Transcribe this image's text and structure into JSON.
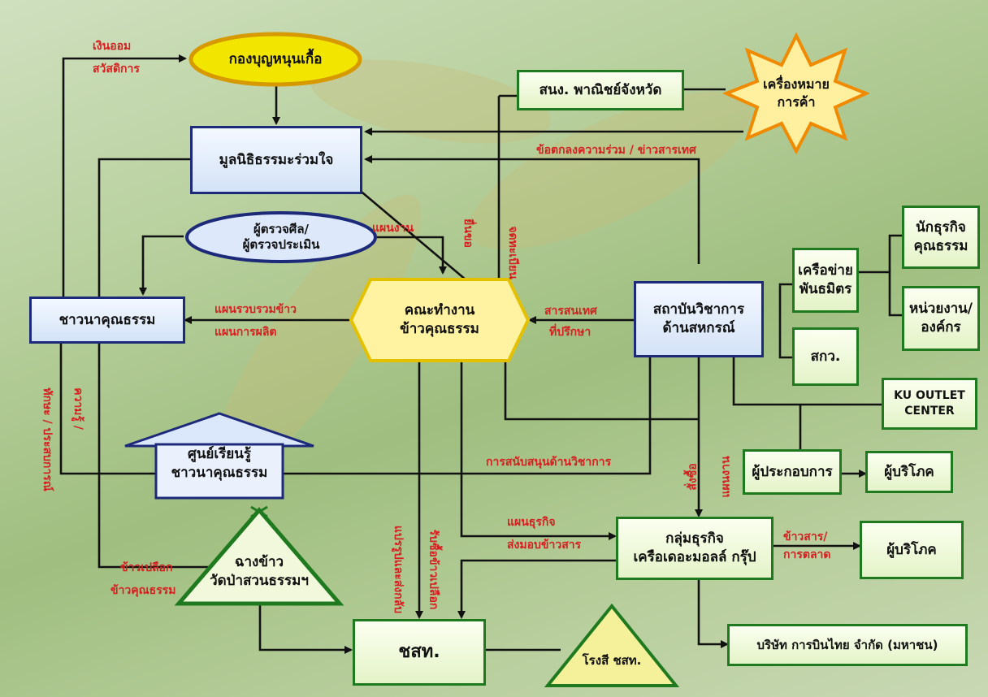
{
  "nodes": {
    "fund": "กองบุญหนุนเกื้อ",
    "foundation": "มูลนิธิธรรมะร่วมใจ",
    "inspector_1": "ผู้ตรวจศีล/",
    "inspector_2": "ผู้ตรวจประเมิน",
    "farmers": "ชาวนาคุณธรรม",
    "committee_1": "คณะทำงาน",
    "committee_2": "ข้าวคุณธรรม",
    "commerce_office": "สนง. พาณิชย์จังหวัด",
    "trademark_1": "เครื่องหมาย",
    "trademark_2": "การค้า",
    "institute_1": "สถาบันวิชาการ",
    "institute_2": "ด้านสหกรณ์",
    "network_1": "เครือข่าย",
    "network_2": "พันธมิตร",
    "tri": "สกว.",
    "moral_business_1": "นักธุรกิจ",
    "moral_business_2": "คุณธรรม",
    "agencies_1": "หน่วยงาน/",
    "agencies_2": "องค์กร",
    "ku_outlet_1": "KU OUTLET",
    "ku_outlet_2": "CENTER",
    "operator": "ผู้ประกอบการ",
    "consumer_1": "ผู้บริโภค",
    "learning_center_1": "ศูนย์เรียนรู้",
    "learning_center_2": "ชาวนาคุณธรรม",
    "business_group_1": "กลุ่มธุรกิจ",
    "business_group_2": "เครือเดอะมอลล์ กรุ๊ป",
    "consumer_2": "ผู้บริโภค",
    "rice_barn_1": "ฉางข้าว",
    "rice_barn_2": "วัดป่าสวนธรรมฯ",
    "coop": "ชสท.",
    "mill": "โรงสี ชสท.",
    "thai_airways": "บริษัท การบินไทย จำกัด (มหาชน)"
  },
  "labels": {
    "savings": "เงินออม",
    "welfare": "สวัสดิการ",
    "agreement": "ข้อตกลงความร่วม / ข่าวสารเทศ",
    "plan": "แผนงาน",
    "collection_plan": "แผนรวบรวมข้าว",
    "production_plan": "แผนการผลิต",
    "information": "สารสนเทศ",
    "advisor": "ที่ปรึกษา",
    "academic_support": "การสนับสนุนด้านวิชาการ",
    "business_plan": "แผนธุรกิจ",
    "deliver_rice": "ส่งมอบข้าวสาร",
    "milled_rice": "ข้าวสาร/",
    "marketing": "การตลาด",
    "paddy": "ข้าวเปลือก",
    "moral_rice": "ข้าวคุณธรรม",
    "submit": "ยื่นขอ",
    "register": "จดทะเบียน",
    "skill": "ทักษะ / ประสบการณ์",
    "knowledge": "ความรู้ /",
    "processing": "แปรรูปและส่งกลับ",
    "buy_paddy": "รับซื้อข้าวเปลือก",
    "order": "สั่งซื้อ",
    "plan_2": "แผนงาน"
  }
}
